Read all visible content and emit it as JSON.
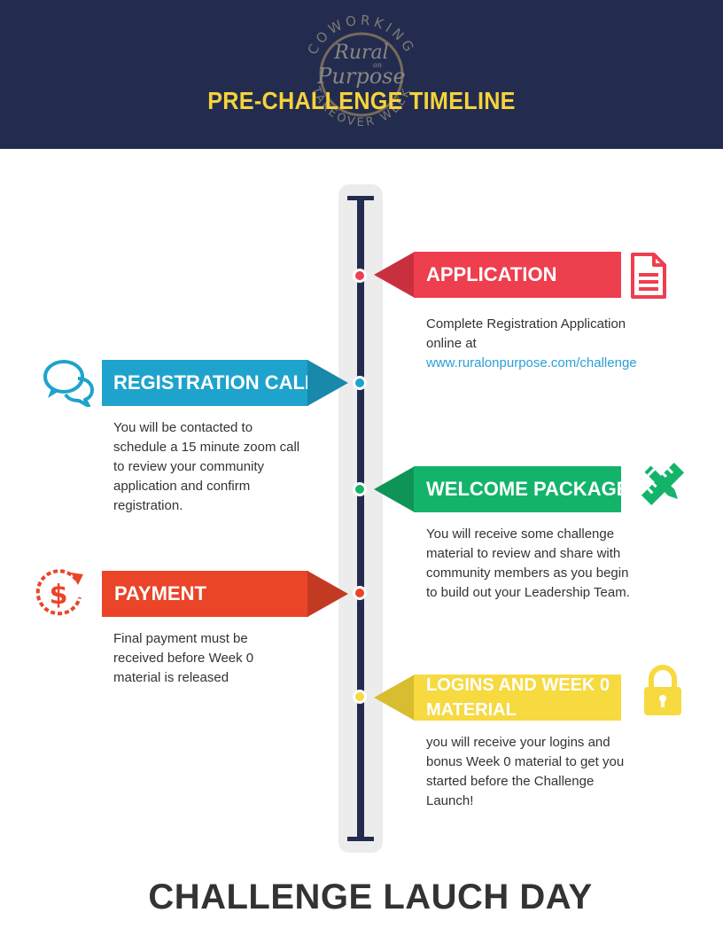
{
  "logo": {
    "top_text": "COWORKING",
    "script_line1": "Rural",
    "script_small": "on",
    "script_line2": "Purpose",
    "bottom_text": "TAKEOVER WEEK"
  },
  "title": "PRE-CHALLENGE TIMELINE",
  "steps": [
    {
      "heading": "APPLICATION",
      "text": "Complete Registration Application online at",
      "link": "www.ruralonpurpose.com/challenge",
      "color": "#ee3f4f",
      "icon": "document-icon"
    },
    {
      "heading": "REGISTRATION CALL",
      "text": "You will be contacted to schedule a 15 minute zoom call to review your community application and confirm registration.",
      "color": "#1ea3cc",
      "icon": "chat-bubbles-icon"
    },
    {
      "heading": "WELCOME PACKAGE",
      "text": "You will receive some challenge material to review and share with community members as you begin to build out your Leadership Team.",
      "color": "#13b46a",
      "icon": "ruler-pencil-icon"
    },
    {
      "heading": "PAYMENT",
      "text": "Final payment must be received before Week 0 material is released",
      "color": "#ea4429",
      "icon": "dollar-refresh-icon"
    },
    {
      "heading": "LOGINS AND WEEK 0 MATERIAL",
      "text": "you will receive your logins and bonus Week 0 material to get you started before the Challenge Launch!",
      "color": "#f7d940",
      "icon": "padlock-icon"
    }
  ],
  "footer": "CHALLENGE LAUCH DAY"
}
